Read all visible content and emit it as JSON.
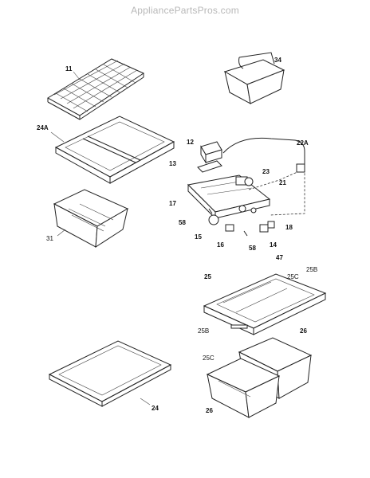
{
  "watermark": "AppliancePartsPros.com",
  "labels": {
    "p11": "11",
    "p34": "34",
    "p24A": "24A",
    "p12": "12",
    "p22A": "22A",
    "p13": "13",
    "p23": "23",
    "p21": "21",
    "p17": "17",
    "p58a": "58",
    "p18": "18",
    "p15": "15",
    "p16": "16",
    "p58b": "58",
    "p14": "14",
    "p31": "31",
    "p47": "47",
    "p25C_top": "25C",
    "p25B_top": "25B",
    "p25": "25",
    "p25B_bot": "25B",
    "p26_right": "26",
    "p25C_bot": "25C",
    "p24": "24",
    "p26_left": "26"
  }
}
